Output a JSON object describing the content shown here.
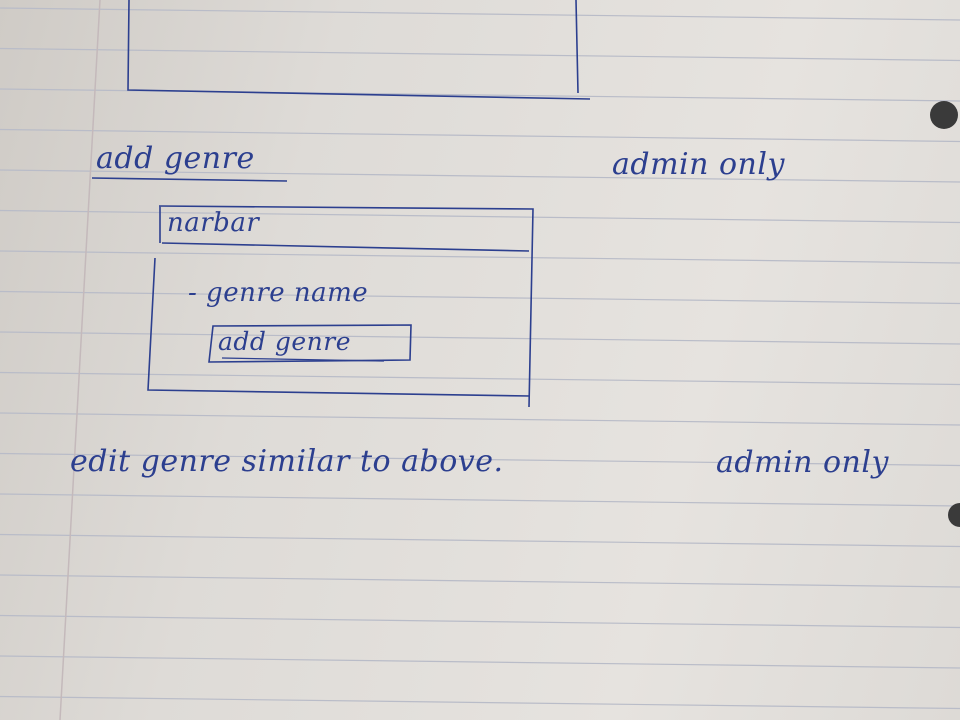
{
  "sketch": {
    "section_title": "add genre",
    "section_note": "admin only",
    "wireframe": {
      "navbar_label": "narbar",
      "field_label": "- genre name",
      "button_label": "add genre"
    },
    "edit_note": "edit genre similar to above.",
    "edit_note_access": "admin only"
  },
  "colors": {
    "ink": "#2c3f8f",
    "paper": "#e3e0dc",
    "rule_line": "#b9bcc8",
    "margin_line": "#c4b9bb",
    "punch_hole": "#3a3a3a"
  }
}
